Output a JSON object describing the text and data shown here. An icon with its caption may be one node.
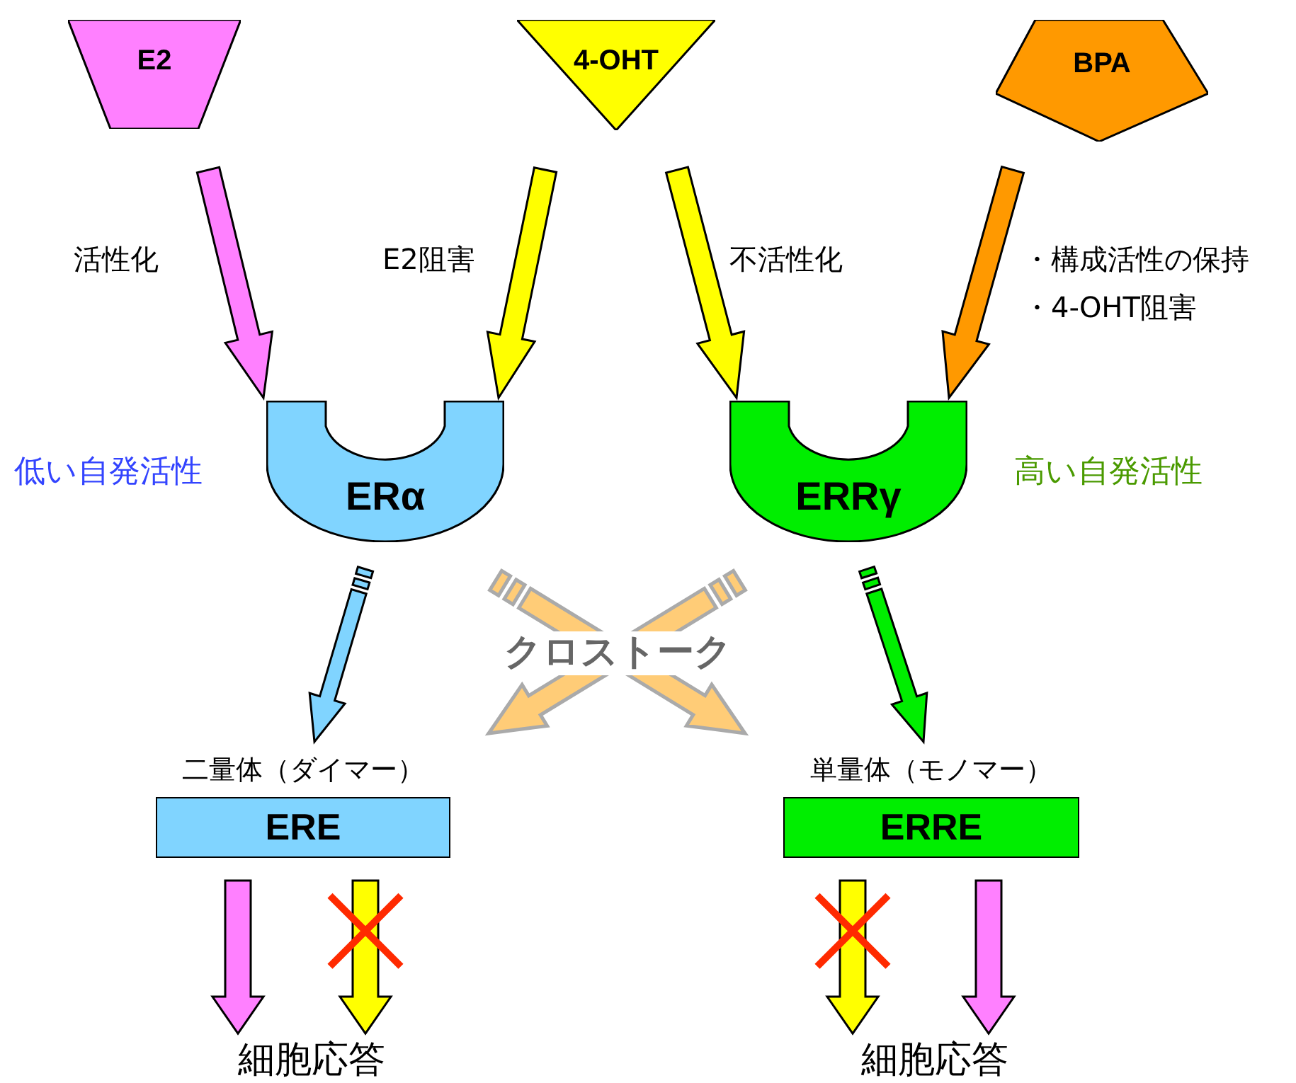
{
  "diagram": {
    "nodes": [
      {
        "text": [
          "E2"
        ]
      },
      {
        "text": [
          "4-OHT"
        ]
      },
      {
        "text": [
          "BPA"
        ]
      },
      {
        "text": [
          "ERα"
        ],
        "beside": [
          "低い自発活性"
        ]
      },
      {
        "text": [
          "ERRγ"
        ],
        "beside": [
          "高い自発活性"
        ]
      },
      {
        "text": [
          "二量体（ダイマー）",
          "ERE"
        ]
      },
      {
        "text": [
          "単量体（モノマー）",
          "ERRE"
        ]
      },
      {
        "text": [
          "細胞応答"
        ]
      },
      {
        "text": [
          "細胞応答"
        ]
      }
    ],
    "edges": [
      {
        "from": 0,
        "to": 3,
        "arrow": "to",
        "label": "活性化",
        "color": "#ff80ff"
      },
      {
        "from": 1,
        "to": 3,
        "arrow": "to",
        "label": "E2阻害",
        "color": "#ffff00"
      },
      {
        "from": 1,
        "to": 4,
        "arrow": "to",
        "label": "不活性化",
        "color": "#ffff00"
      },
      {
        "from": 2,
        "to": 4,
        "arrow": "to",
        "label": "・構成活性の保持・4-OHT阻害",
        "color": "#ff9900"
      },
      {
        "from": 3,
        "to": 5,
        "arrow": "to",
        "style": "dashed",
        "color": "#80d4ff"
      },
      {
        "from": 4,
        "to": 6,
        "arrow": "to",
        "style": "dashed",
        "color": "#00ee00"
      },
      {
        "from": 3,
        "to": 6,
        "arrow": "to",
        "style": "dashed",
        "label": "クロストーク",
        "color": "#ffcc77"
      },
      {
        "from": 4,
        "to": 5,
        "arrow": "to",
        "style": "dashed",
        "color": "#ffcc77"
      },
      {
        "from": 5,
        "to": 7,
        "arrow": "to",
        "color": "#ff80ff"
      },
      {
        "from": 5,
        "to": 7,
        "arrow": "to",
        "color": "#ffff00"
      },
      {
        "from": 6,
        "to": 8,
        "arrow": "to",
        "color": "#ffff00"
      },
      {
        "from": 6,
        "to": 8,
        "arrow": "to",
        "color": "#ff80ff"
      }
    ]
  }
}
